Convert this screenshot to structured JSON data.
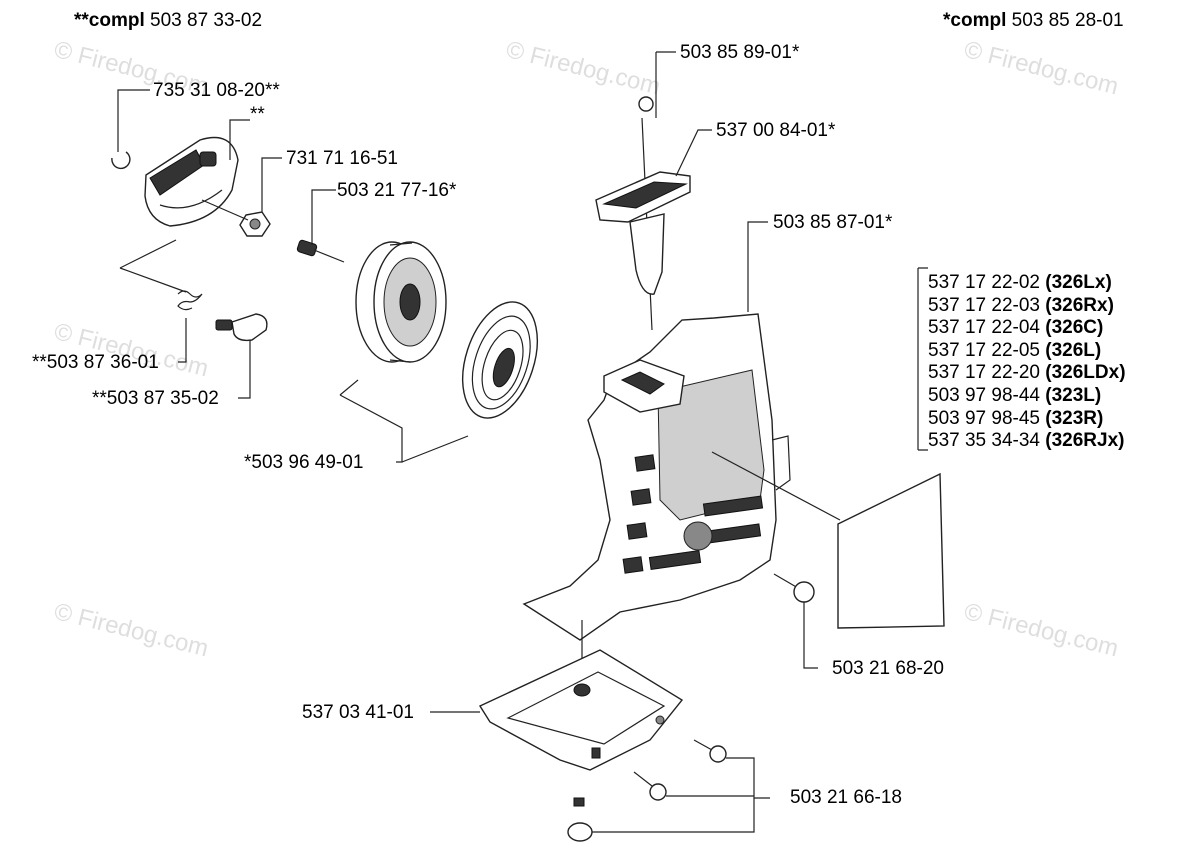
{
  "headers": {
    "left_prefix": "**compl",
    "left_number": "503 87 33-02",
    "right_prefix": "*compl",
    "right_number": "503 85 28-01"
  },
  "watermark": "© Firedog.com",
  "part_labels": {
    "p_735_31_08": "735 31 08-20**",
    "p_double_star": "**",
    "p_731_71_16": "731 71 16-51",
    "p_503_21_77": "503 21 77-16*",
    "p_503_87_36": "**503 87 36-01",
    "p_503_87_35": "**503 87 35-02",
    "p_503_96_49": "*503 96 49-01",
    "p_503_85_89": "503 85 89-01*",
    "p_537_00_84": "537 00 84-01*",
    "p_503_85_87": "503 85 87-01*",
    "p_503_21_68": "503 21 68-20",
    "p_537_03_41": "537 03 41-01",
    "p_503_21_66": "503 21 66-18"
  },
  "label_list": [
    {
      "number": "537 17 22-02",
      "model": "(326Lx)"
    },
    {
      "number": "537 17 22-03",
      "model": "(326Rx)"
    },
    {
      "number": "537 17 22-04",
      "model": "(326C)"
    },
    {
      "number": "537 17 22-05",
      "model": "(326L)"
    },
    {
      "number": "537 17 22-20",
      "model": "(326LDx)"
    },
    {
      "number": "503 97 98-44",
      "model": "(323L)"
    },
    {
      "number": "503 97 98-45",
      "model": "(323R)"
    },
    {
      "number": "537 35 34-34",
      "model": "(326RJx)"
    }
  ]
}
